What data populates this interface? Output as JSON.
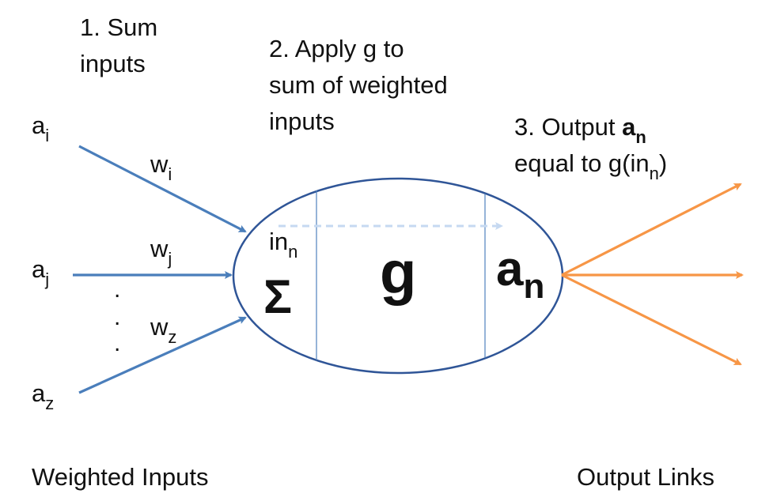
{
  "steps": {
    "step1": [
      "1. Sum",
      "inputs"
    ],
    "step2": [
      "2. Apply g to",
      "sum of weighted",
      "inputs"
    ],
    "step3": {
      "line1_prefix": "3. Output ",
      "line1_bold": "a",
      "line1_bold_sub": "n",
      "line2_prefix": "equal to g(in",
      "line2_sub": "n",
      "line2_suffix": ")"
    }
  },
  "inputs": [
    {
      "base": "a",
      "sub": "i"
    },
    {
      "base": "a",
      "sub": "j"
    },
    {
      "base": "a",
      "sub": "z"
    }
  ],
  "weights": [
    {
      "base": "w",
      "sub": "i"
    },
    {
      "base": "w",
      "sub": "j"
    },
    {
      "base": "w",
      "sub": "z"
    }
  ],
  "ellipsis_dots": [
    ".",
    ".",
    "."
  ],
  "node": {
    "in_label": {
      "base": "in",
      "sub": "n"
    },
    "sum_symbol": "Σ",
    "function_symbol": "g",
    "output_symbol": {
      "base": "a",
      "sub": "n"
    }
  },
  "footer": {
    "left": "Weighted Inputs",
    "right": "Output Links"
  },
  "colors": {
    "input_arrow": "#4a7ebb",
    "output_arrow": "#f79646",
    "ellipse_stroke": "#2f5597",
    "divider": "#4f81bd",
    "internal_arrow": "#c6d9f1"
  }
}
